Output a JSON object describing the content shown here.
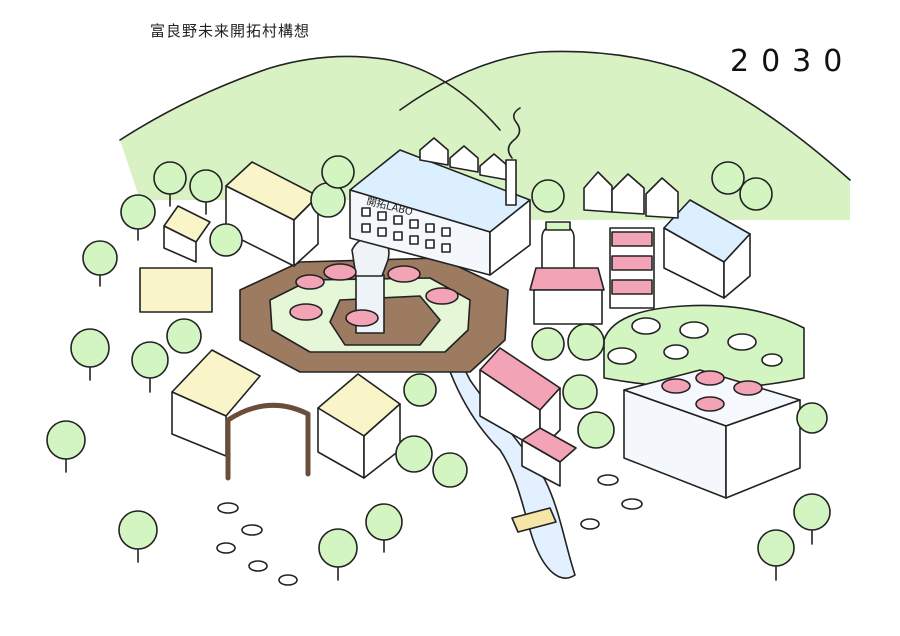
{
  "title": "富良野未来開拓村構想",
  "year": "2030",
  "factory_sign": "開拓LABO",
  "colors": {
    "hill": "#d9f2c4",
    "tree": "#d3f5c1",
    "plaza": "#9c7b61",
    "pink_roof": "#f3a3b6",
    "cream_roof": "#faf5c8",
    "sky_roof": "#dcefff",
    "water": "#e2f0ff",
    "outline": "#222222"
  }
}
